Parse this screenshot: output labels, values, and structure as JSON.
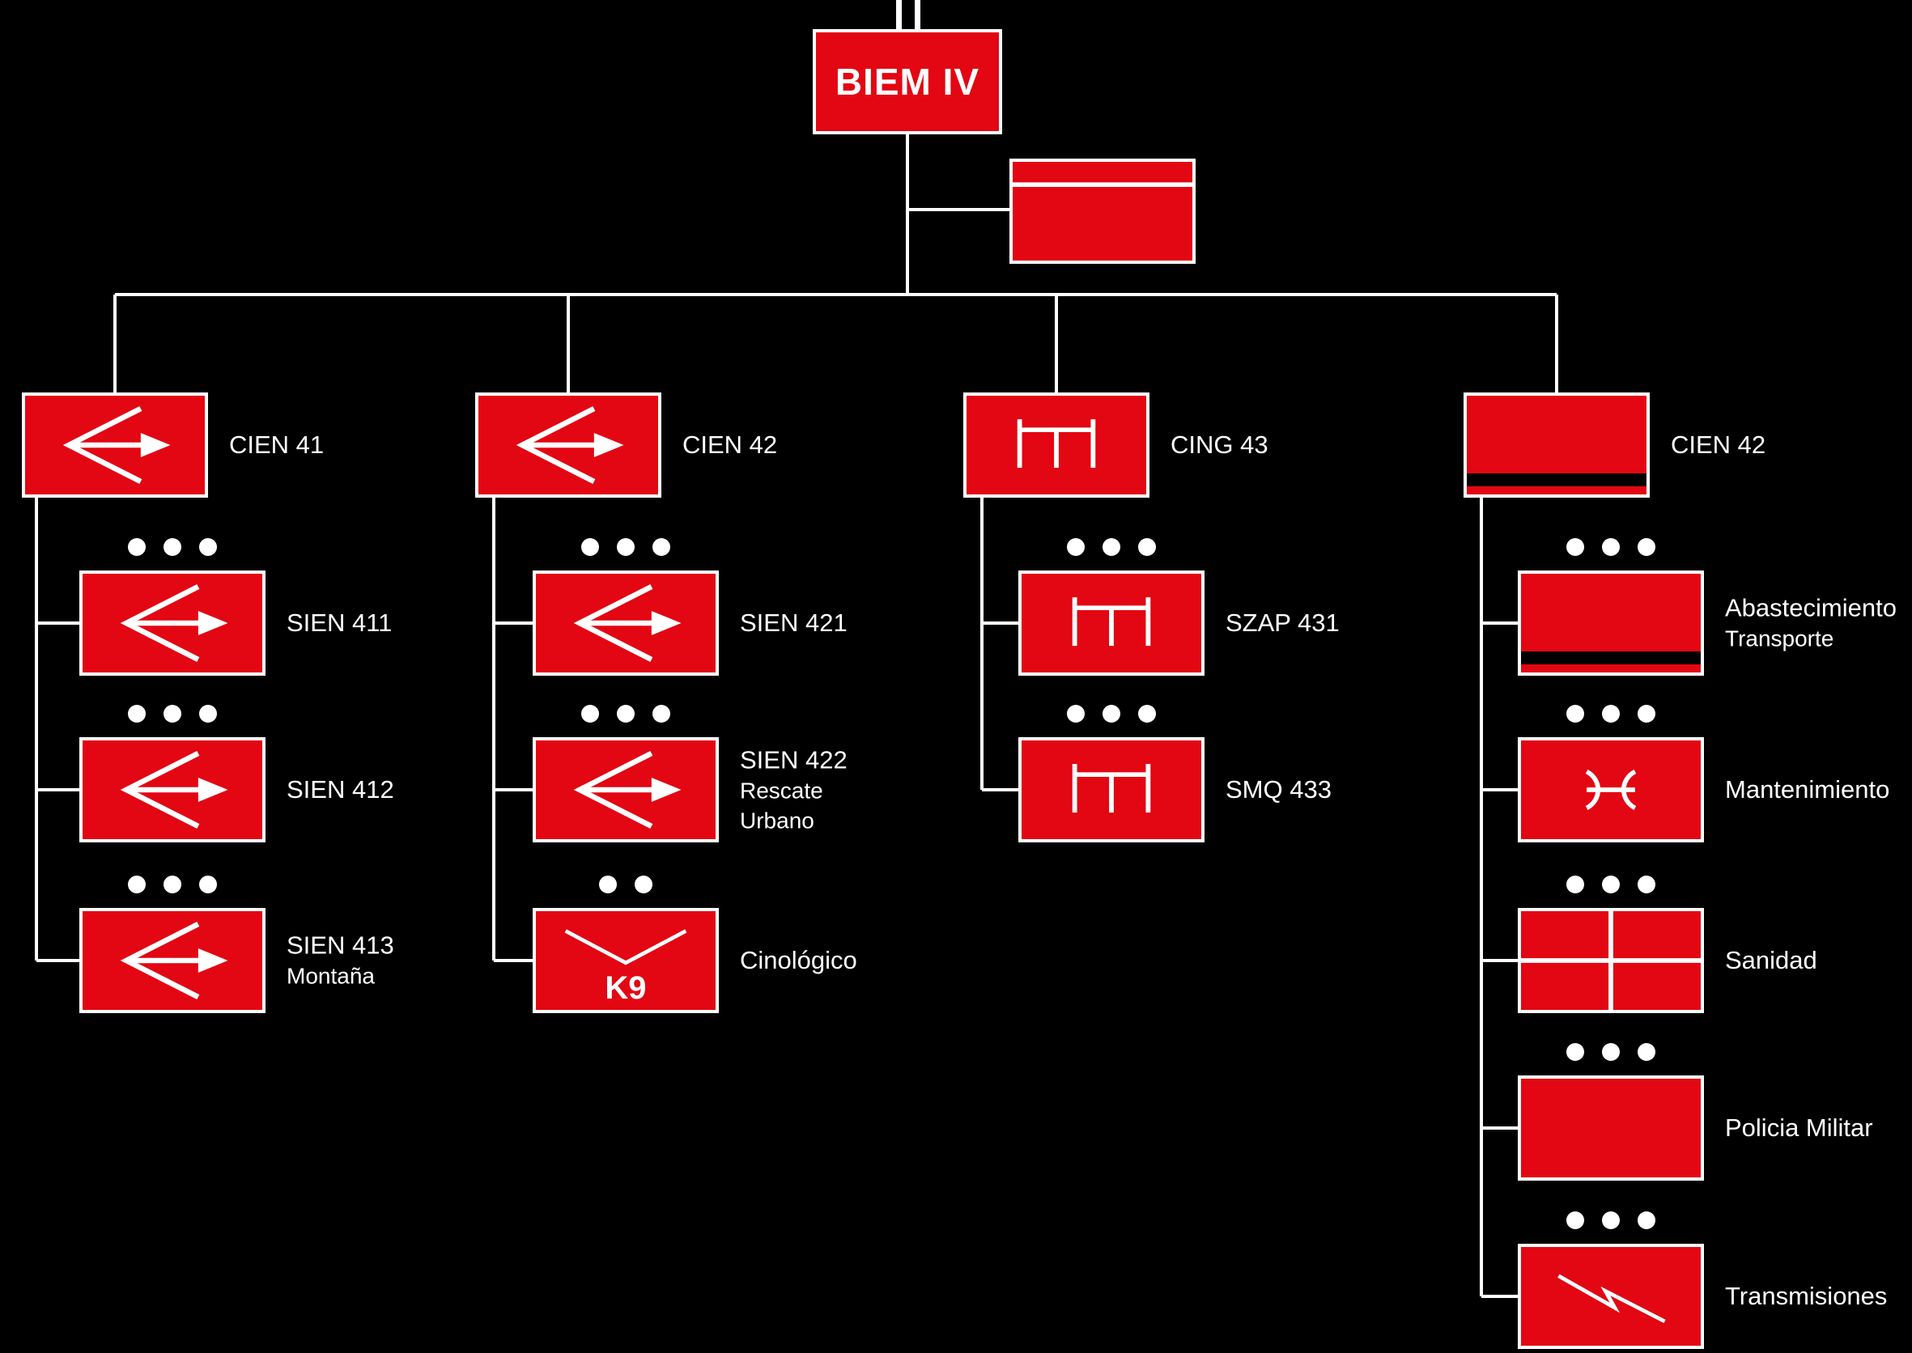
{
  "colors": {
    "background": "#000000",
    "box_red": "#e30613",
    "line_white": "#ffffff",
    "stripe_black": "#000000"
  },
  "root": {
    "label": "BIEM IV",
    "echelon": "battalion",
    "echelon_marks": 2
  },
  "headquarters": {
    "symbol": "hq-band-icon"
  },
  "columns": [
    {
      "header": {
        "label": "CIEN 41",
        "symbol": "engineer-arrow-icon"
      },
      "children": [
        {
          "label": "SIEN 411",
          "sublabels": [],
          "symbol": "engineer-arrow-icon",
          "dots": 3
        },
        {
          "label": "SIEN 412",
          "sublabels": [],
          "symbol": "engineer-arrow-icon",
          "dots": 3
        },
        {
          "label": "SIEN 413",
          "sublabels": [
            "Montaña"
          ],
          "symbol": "engineer-arrow-icon",
          "dots": 3
        }
      ]
    },
    {
      "header": {
        "label": "CIEN 42",
        "symbol": "engineer-arrow-icon"
      },
      "children": [
        {
          "label": "SIEN 421",
          "sublabels": [],
          "symbol": "engineer-arrow-icon",
          "dots": 3
        },
        {
          "label": "SIEN 422",
          "sublabels": [
            "Rescate",
            "Urbano"
          ],
          "symbol": "engineer-arrow-icon",
          "dots": 3
        },
        {
          "label": "Cinológico",
          "sublabels": [],
          "symbol": "k9-chevron-icon",
          "box_text": "K9",
          "dots": 2
        }
      ]
    },
    {
      "header": {
        "label": "CING 43",
        "symbol": "bridge-icon"
      },
      "children": [
        {
          "label": "SZAP 431",
          "sublabels": [],
          "symbol": "bridge-icon",
          "dots": 3
        },
        {
          "label": "SMQ 433",
          "sublabels": [],
          "symbol": "bridge-icon",
          "dots": 3
        }
      ]
    },
    {
      "header": {
        "label": "CIEN 42",
        "symbol": "logistics-stripe-icon"
      },
      "children": [
        {
          "label": "Abastecimiento",
          "sublabels": [
            "Transporte"
          ],
          "symbol": "logistics-stripe-icon",
          "dots": 3
        },
        {
          "label": "Mantenimiento",
          "sublabels": [],
          "symbol": "maintenance-wrench-icon",
          "dots": 3
        },
        {
          "label": "Sanidad",
          "sublabels": [],
          "symbol": "medical-cross-icon",
          "dots": 3
        },
        {
          "label": "Policia Militar",
          "sublabels": [],
          "symbol": "plain-icon",
          "dots": 3
        },
        {
          "label": "Transmisiones",
          "sublabels": [],
          "symbol": "signal-flash-icon",
          "dots": 3
        }
      ]
    }
  ]
}
